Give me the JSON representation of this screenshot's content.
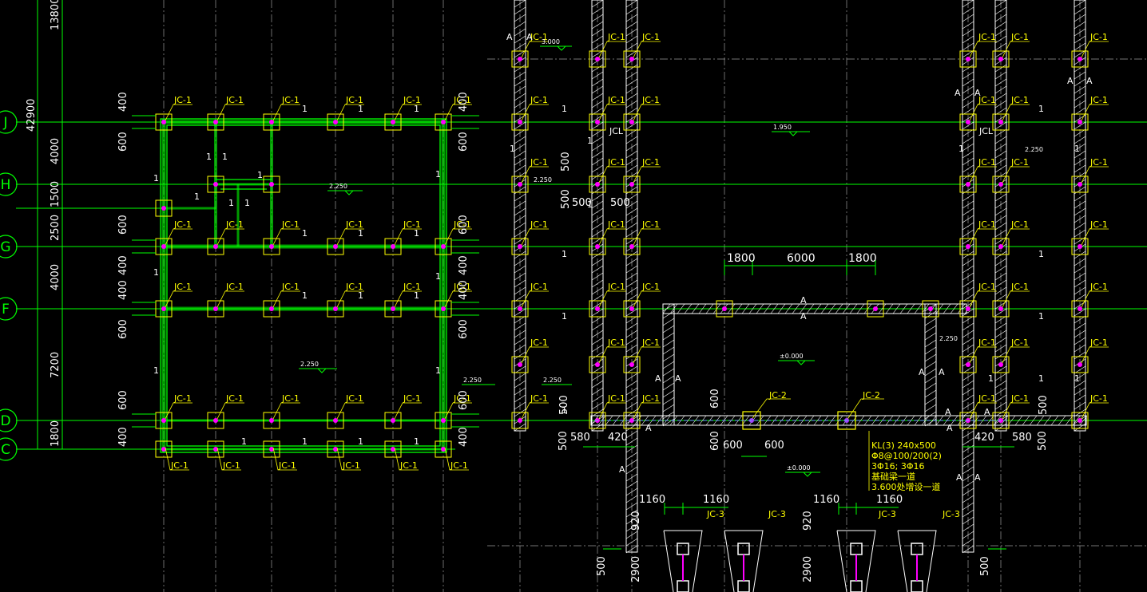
{
  "colors": {
    "background": "#000000",
    "grid": "#cfcfcf",
    "dimension": "#00ff00",
    "beam": "#00ff00",
    "column_box": "#ffff00",
    "column_dot": "#ff00ff",
    "label": "#ffff00",
    "wall": "#ffffff",
    "text_white": "#ffffff"
  },
  "grid_axes": [
    {
      "label": "J"
    },
    {
      "label": "H"
    },
    {
      "label": "G"
    },
    {
      "label": "F"
    },
    {
      "label": "D"
    },
    {
      "label": "C"
    }
  ],
  "vertical_dims": {
    "total": "42900",
    "top": "13800",
    "segments": [
      "4000",
      "1500",
      "2500",
      "4000",
      "7200",
      "1800"
    ]
  },
  "column_label": "JC-1",
  "left_side_dims": [
    "400",
    "600",
    "600",
    "400",
    "400",
    "600",
    "600",
    "400"
  ],
  "right_side_dims": [
    "400",
    "600",
    "600",
    "400",
    "400",
    "600",
    "600",
    "400"
  ],
  "elevations": [
    "3.000",
    "1.950",
    "2.250",
    "2.250",
    "2.250",
    "2.250",
    "2.250",
    "2.250",
    "±0.000",
    "±0.000",
    "2.250"
  ],
  "beam_marks": [
    "1",
    "A",
    "JCL"
  ],
  "mid_dims": [
    "1800",
    "6000",
    "1800"
  ],
  "side_dims_a": [
    "500",
    "500",
    "500"
  ],
  "lower_dims": [
    "500",
    "580",
    "420",
    "600",
    "600",
    "600",
    "420",
    "580",
    "500"
  ],
  "footing_dims": [
    "1160",
    "1160",
    "1160",
    "1160",
    "920",
    "920",
    "2900",
    "2900",
    "500",
    "500"
  ],
  "jc2_label": "JC-2",
  "jc3_label": "JC-3",
  "beam_note": [
    "KL(3) 240x500",
    "Φ8@100/200(2)",
    "3Φ16; 3Φ16",
    "基础梁一道",
    "3.600处增设一道"
  ]
}
